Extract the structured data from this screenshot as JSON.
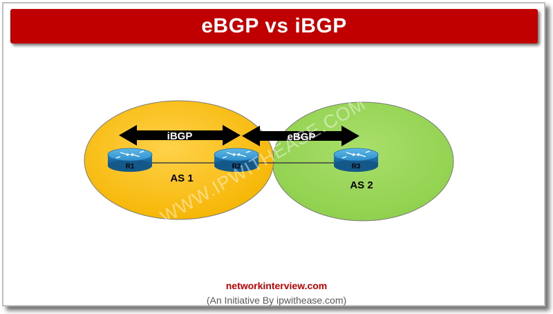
{
  "header": {
    "title": "eBGP vs iBGP"
  },
  "diagram": {
    "as1_label": "AS 1",
    "as2_label": "AS 2",
    "ibgp_label": "iBGP",
    "ebgp_label": "eBGP",
    "routers": [
      "R1",
      "R2",
      "R3"
    ],
    "watermark": "WWW.IPWITHEASE.COM",
    "colors": {
      "as1_fill": "#ffc000",
      "as2_fill": "#92d050",
      "router": "#1f7fbf",
      "arrow": "#000000"
    }
  },
  "footer": {
    "site": "networkinterview.com",
    "subtitle": "(An Initiative By ipwithease.com)"
  }
}
